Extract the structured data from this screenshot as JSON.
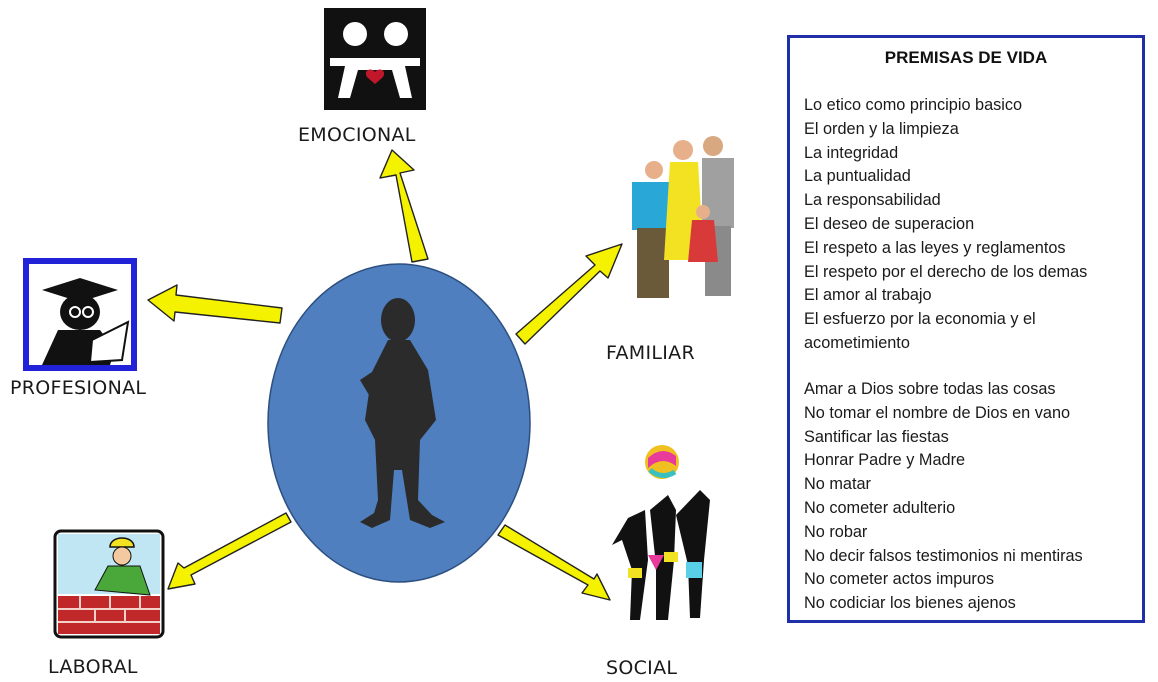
{
  "labels": {
    "emocional": "EMOCIONAL",
    "familiar": "FAMILIAR",
    "profesional": "PROFESIONAL",
    "laboral": "LABORAL",
    "social": "SOCIAL"
  },
  "premisas": {
    "title": "PREMISAS DE VIDA",
    "principios": [
      "Lo etico como principio basico",
      "El orden y la limpieza",
      "La integridad",
      "La puntualidad",
      "La responsabilidad",
      "El deseo de superacion",
      "El respeto a las leyes y reglamentos",
      "El respeto por el derecho de los demas",
      "El amor al trabajo",
      "El esfuerzo por la economia y el acometimiento"
    ],
    "mandamientos": [
      "Amar a Dios sobre todas las cosas",
      "No tomar el nombre de Dios en vano",
      "Santificar las fiestas",
      "Honrar Padre y Madre",
      "No matar",
      "No cometer adulterio",
      "No robar",
      "No decir falsos testimonios ni mentiras",
      "No cometer actos impuros",
      "No codiciar los bienes ajenos"
    ]
  },
  "colors": {
    "circle": "#4f7fbf",
    "arrow": "#f5f200",
    "box_border": "#1f2fa8",
    "figure": "#2a2a2a"
  },
  "icons": [
    "thinking-figure-icon",
    "couple-heart-icon",
    "family-icon",
    "graduate-reading-icon",
    "bricklayer-icon",
    "dancers-ball-icon"
  ]
}
